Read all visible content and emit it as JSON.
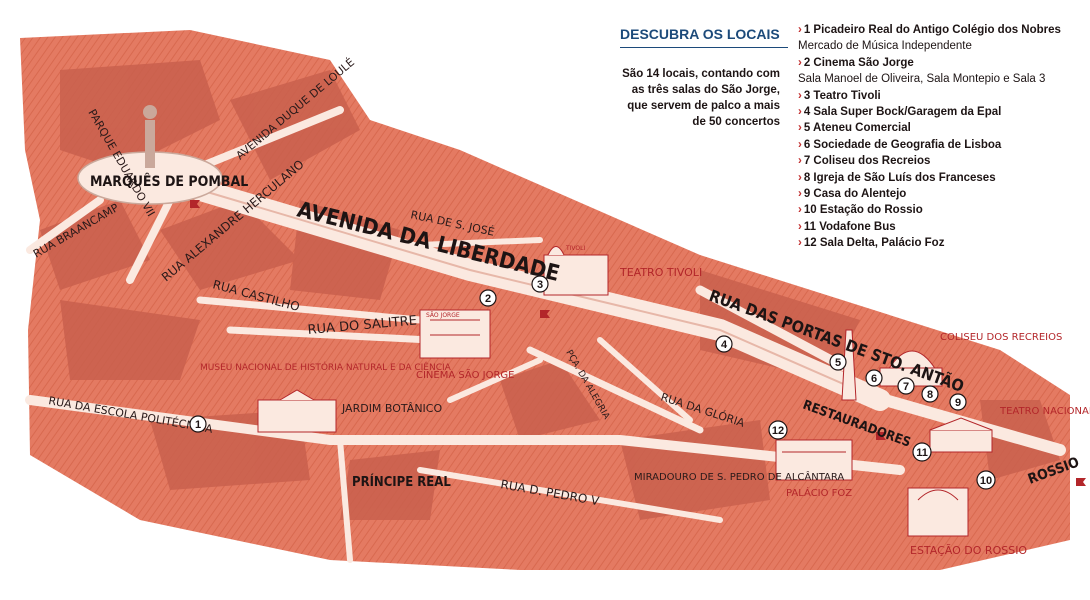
{
  "panel": {
    "title": "DESCUBRA OS LOCAIS",
    "description": "São 14 locais, contando com as três salas do São Jorge, que servem de palco a mais de 50 concertos"
  },
  "legend": [
    {
      "label": "1 Picadeiro Real do Antigo Colégio dos Nobres",
      "sub": "Mercado de Música Independente"
    },
    {
      "label": "2 Cinema São Jorge",
      "sub": "Sala Manoel de Oliveira, Sala Montepio e Sala 3"
    },
    {
      "label": "3 Teatro Tivoli"
    },
    {
      "label": "4 Sala Super Bock/Garagem da Epal"
    },
    {
      "label": "5 Ateneu Comercial"
    },
    {
      "label": "6 Sociedade de Geografia de Lisboa"
    },
    {
      "label": "7 Coliseu dos Recreios"
    },
    {
      "label": "8 Igreja de São Luís dos Franceses"
    },
    {
      "label": "9 Casa do Alentejo"
    },
    {
      "label": "10 Estação do Rossio"
    },
    {
      "label": "11 Vodafone Bus"
    },
    {
      "label": "12 Sala Delta, Palácio Foz"
    }
  ],
  "map": {
    "colors": {
      "background": "#ffffff",
      "district_light": "#e9846c",
      "district_dark": "#c9604d",
      "street": "#fbe9e0",
      "landmark": "#b3262a",
      "text": "#1d1414"
    },
    "street_labels": {
      "parque": "PARQUE EDUARDO VII",
      "duque": "AVENIDA DUQUE DE LOULÉ",
      "marques": "MARQUÊS DE POMBAL",
      "braancamp": "RUA BRAANCAMP",
      "herculano": "RUA ALEXANDRE HERCULANO",
      "liberdade": "AVENIDA DA LIBERDADE",
      "sjose": "RUA DE S. JOSÉ",
      "castilho": "RUA CASTILHO",
      "salitre": "RUA DO SALITRE",
      "escola": "RUA DA ESCOLA POLITÉCNICA",
      "jardim": "JARDIM BOTÂNICO",
      "principe": "PRÍNCIPE REAL",
      "pedro": "RUA D. PEDRO V",
      "miradouro": "MIRADOURO DE S. PEDRO DE ALCÂNTARA",
      "gloria": "RUA DA GLÓRIA",
      "alegria": "PÇA. DA ALEGRIA",
      "portas": "RUA DAS PORTAS DE STO. ANTÃO",
      "restauradores": "RESTAURADORES",
      "rossio": "ROSSIO"
    },
    "place_labels": {
      "tivoli": "TEATRO TIVOLI",
      "museu": "MUSEU NACIONAL DE HISTÓRIA NATURAL E DA CIÊNCIA",
      "cinema": "CINEMA SÃO JORGE",
      "sjorge_sign": "SÃO JORGE",
      "tivoli_sign": "TIVOLI",
      "coliseu": "COLISEU DOS RECREIOS",
      "teatro_nacional": "TEATRO NACIONAL D. MARIA II",
      "palacio": "PALÁCIO FOZ",
      "estacao": "ESTAÇÃO DO ROSSIO"
    },
    "markers": [
      "1",
      "2",
      "3",
      "4",
      "5",
      "6",
      "7",
      "8",
      "9",
      "10",
      "11",
      "12"
    ]
  }
}
